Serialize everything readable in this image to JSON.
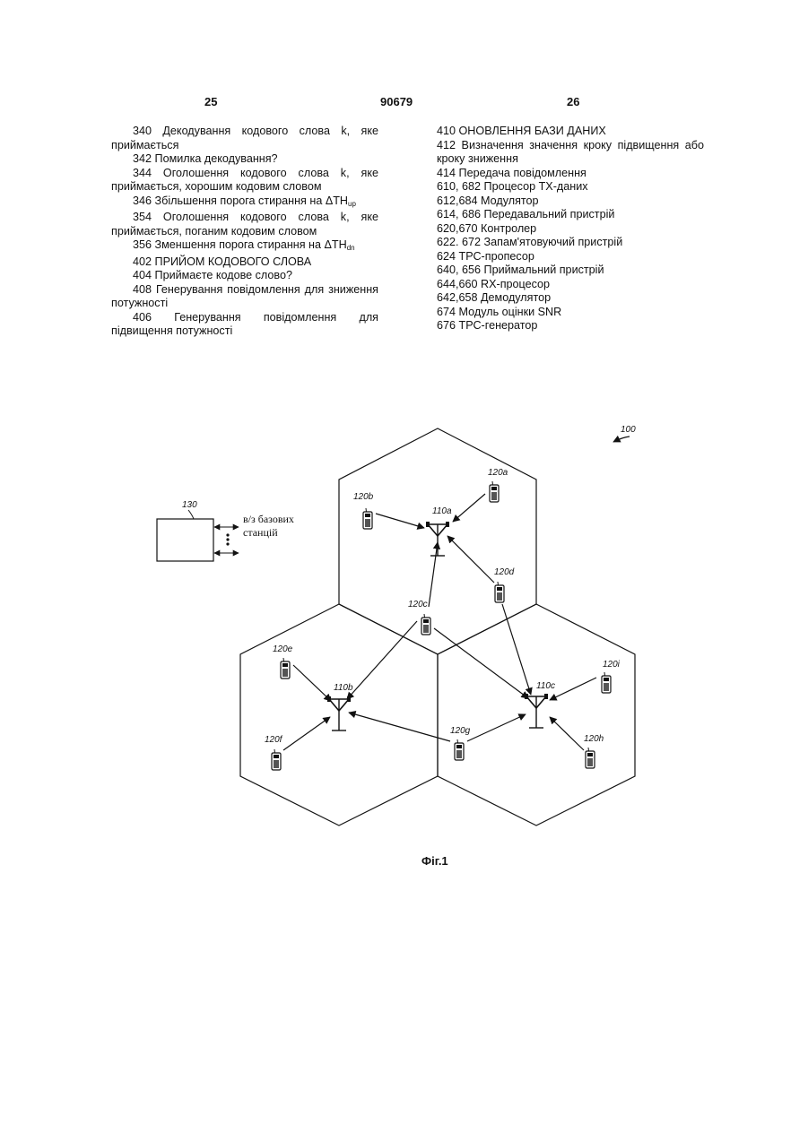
{
  "header": {
    "left_page": "25",
    "patent_number": "90679",
    "right_page": "26"
  },
  "left_column": [
    "340 Декодування кодового слова k, яке приймається",
    "342 Помилка декодування?",
    "344 Оголошення кодового слова k, яке приймається, хорошим кодовим словом",
    {
      "prefix": "346 Збільшення порога стирання на ΔTH",
      "sub": "up"
    },
    "354 Оголошення кодового слова k, яке приймається, поганим кодовим словом",
    {
      "prefix": "356 Зменшення порога стирання на ΔTH",
      "sub": "dn"
    },
    "402 ПРИЙОМ КОДОВОГО СЛОВА",
    "404 Приймаєте кодове слово?",
    "408 Генерування повідомлення для зниження потужності",
    "406 Генерування повідомлення для підвищення потужності"
  ],
  "right_column": [
    "410 ОНОВЛЕННЯ БАЗИ ДАНИХ",
    "412 Визначення значення кроку підвищення або кроку зниження",
    "414 Передача повідомлення",
    "610, 682 Процесор ТХ-даних",
    "612,684 Модулятор",
    "614, 686 Передавальний пристрій",
    "620,670 Контролер",
    "622. 672 Запам'ятовуючий пристрій",
    "624 ТРС-пропесор",
    "640, 656 Приймальний пристрій",
    "644,660 RX-процесор",
    "642,658 Демодулятор",
    "674 Модуль оцінки SNR",
    "676 ТРС-генератор"
  ],
  "figure": {
    "system_label": "100",
    "controller_label": "130",
    "controller_text_line1": "в/з базових",
    "controller_text_line2": "станцій",
    "base_stations": [
      "110a",
      "110b",
      "110c"
    ],
    "terminals": [
      "120a",
      "120b",
      "120c",
      "120d",
      "120e",
      "120f",
      "120g",
      "120h",
      "120i"
    ],
    "caption": "Фіг.1"
  }
}
